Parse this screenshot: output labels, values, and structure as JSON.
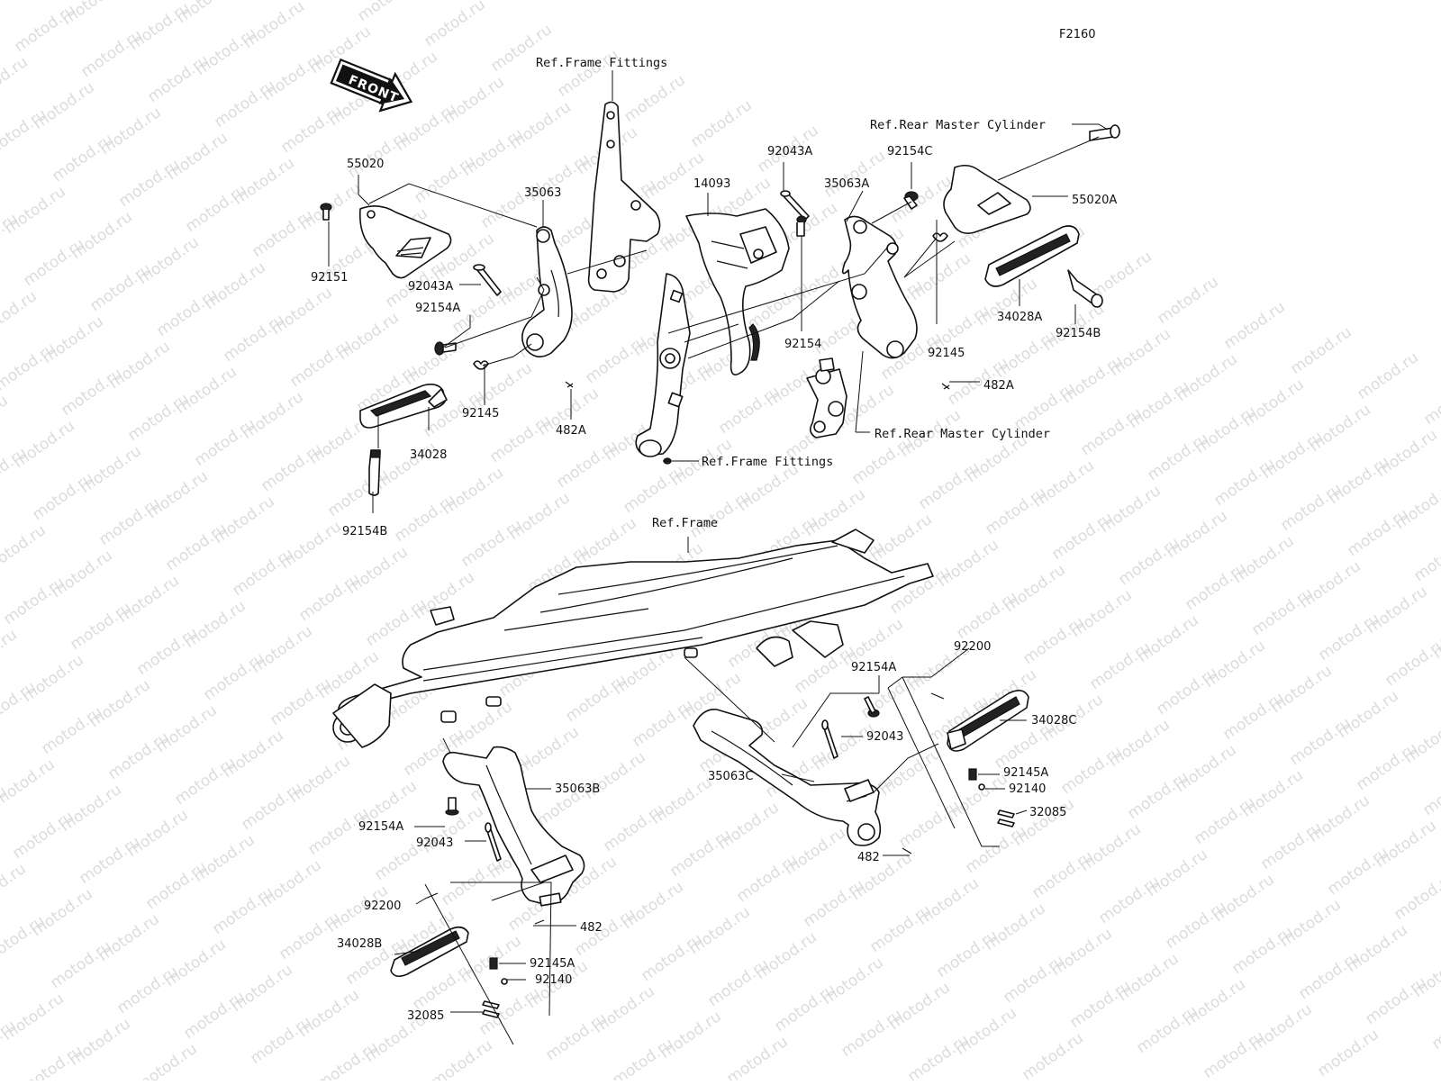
{
  "figure_code": "F2160",
  "watermark_text": "motod.ru",
  "front_label": "FRONT",
  "refs": {
    "frame_fittings_top": "Ref.Frame Fittings",
    "frame_fittings_bottom": "Ref.Frame Fittings",
    "rear_master_cyl_top": "Ref.Rear Master Cylinder",
    "rear_master_cyl_mid": "Ref.Rear Master Cylinder",
    "frame": "Ref.Frame"
  },
  "parts": {
    "p55020": "55020",
    "p92151": "92151",
    "p35063": "35063",
    "p92043A_left": "92043A",
    "p92154A_left": "92154A",
    "p92145_left": "92145",
    "p482A_left": "482A",
    "p34028": "34028",
    "p92154B_left": "92154B",
    "p14093": "14093",
    "p92043A_right": "92043A",
    "p35063A": "35063A",
    "p92154C": "92154C",
    "p55020A": "55020A",
    "p92154": "92154",
    "p92145_right": "92145",
    "p34028A": "34028A",
    "p92154B_right": "92154B",
    "p482A_right": "482A",
    "p92200_right": "92200",
    "p92154A_right": "92154A",
    "p34028C": "34028C",
    "p92043_right": "92043",
    "p35063C": "35063C",
    "p92145A_right": "92145A",
    "p92140_right": "92140",
    "p32085_right": "32085",
    "p482_right": "482",
    "p35063B": "35063B",
    "p92154A_bottom": "92154A",
    "p92043_bottom": "92043",
    "p92200_bottom": "92200",
    "p482_bottom": "482",
    "p34028B": "34028B",
    "p92145A_bottom": "92145A",
    "p92140_bottom": "92140",
    "p32085_bottom": "32085"
  }
}
